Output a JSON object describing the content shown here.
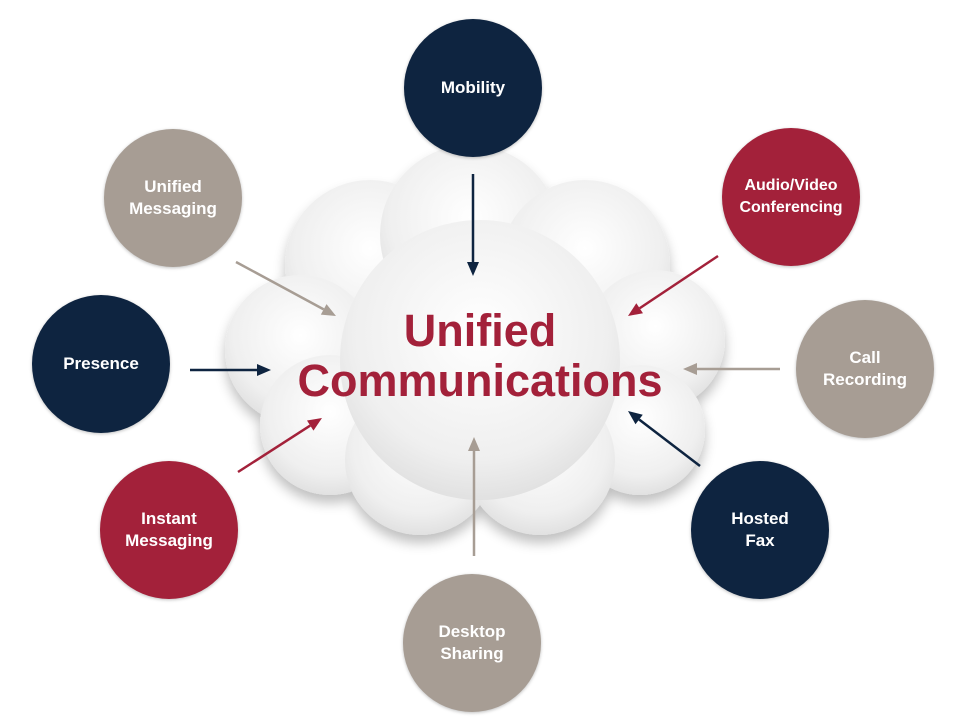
{
  "center": {
    "line1": "Unified",
    "line2": "Communications",
    "color": "#a3213a"
  },
  "colors": {
    "navy": "#0e2440",
    "crimson": "#a3213a",
    "taupe": "#a79d94",
    "cloud": "#eeeeee"
  },
  "nodes": [
    {
      "id": "mobility",
      "label": "Mobility",
      "color": "navy"
    },
    {
      "id": "audio-video-conferencing",
      "label": "Audio/Video\nConferencing",
      "color": "crimson"
    },
    {
      "id": "call-recording",
      "label": "Call\nRecording",
      "color": "taupe"
    },
    {
      "id": "hosted-fax",
      "label": "Hosted\nFax",
      "color": "navy"
    },
    {
      "id": "desktop-sharing",
      "label": "Desktop\nSharing",
      "color": "taupe"
    },
    {
      "id": "instant-messaging",
      "label": "Instant\nMessaging",
      "color": "crimson"
    },
    {
      "id": "presence",
      "label": "Presence",
      "color": "navy"
    },
    {
      "id": "unified-messaging",
      "label": "Unified\nMessaging",
      "color": "taupe"
    }
  ]
}
